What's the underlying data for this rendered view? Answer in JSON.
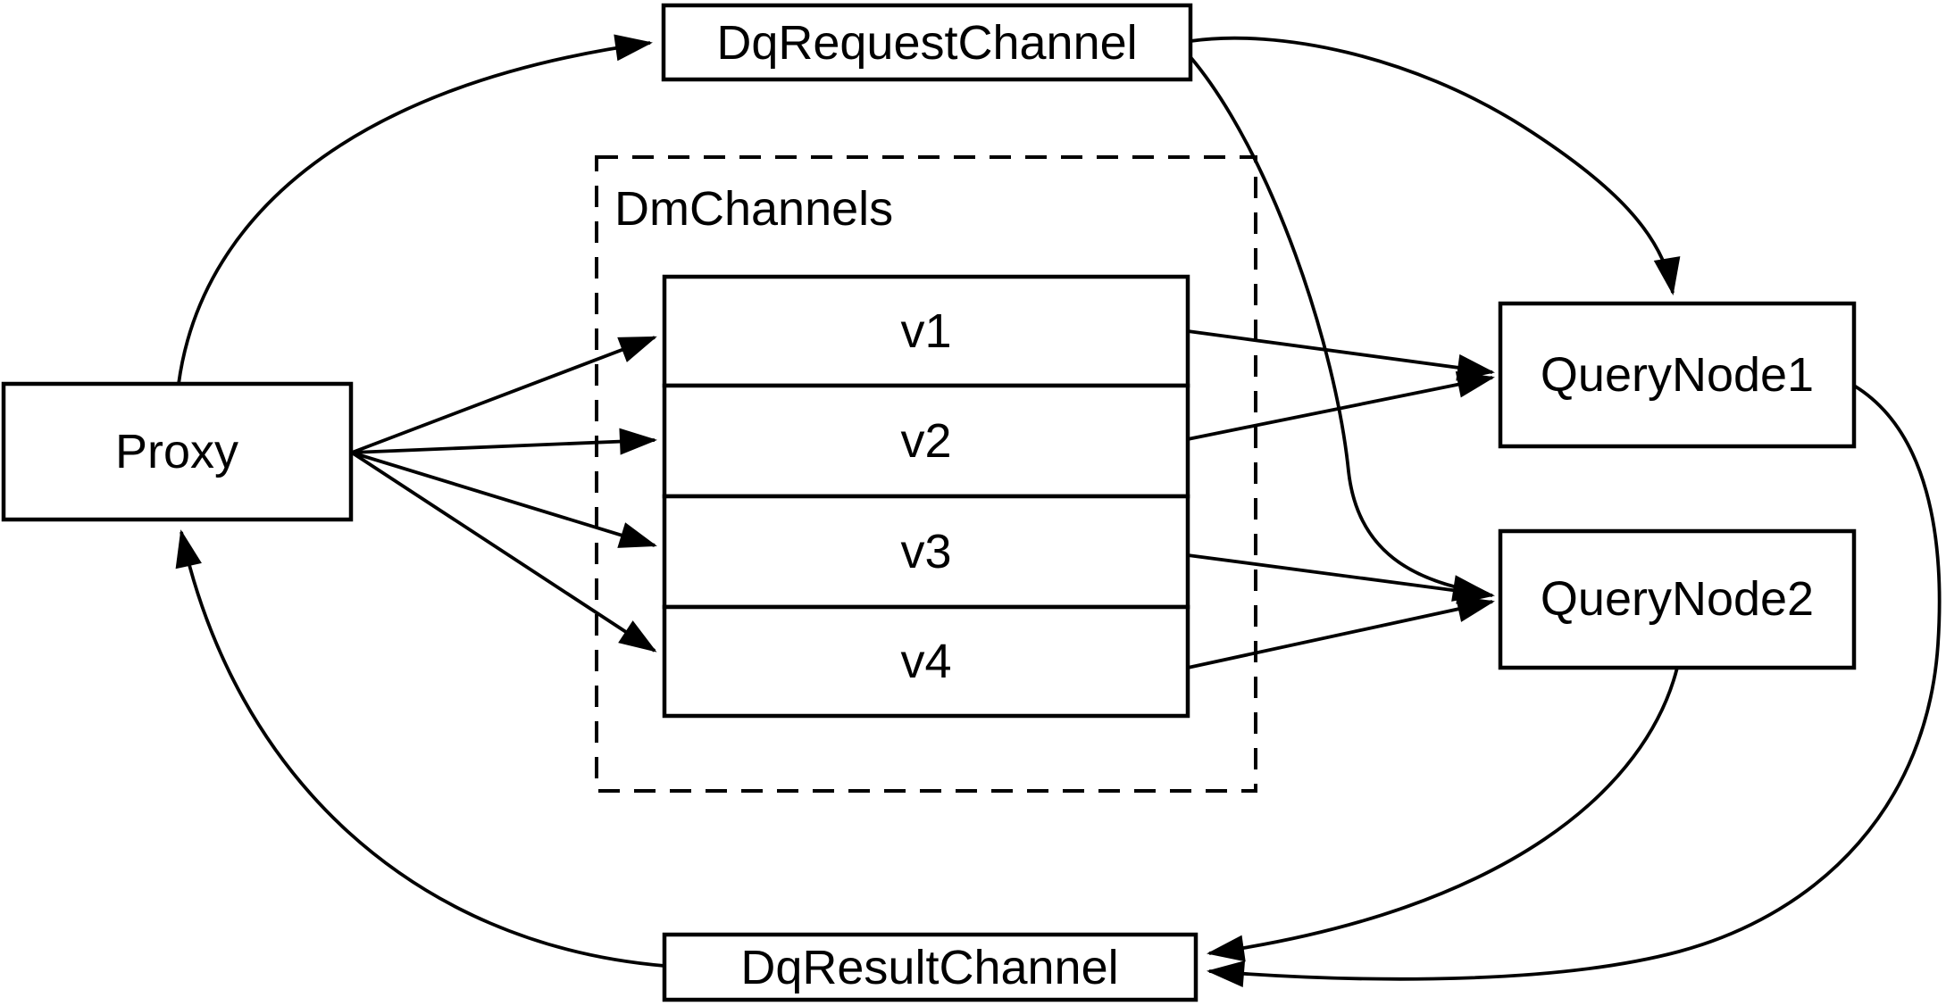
{
  "diagram": {
    "background_color": "#ffffff",
    "line_color": "#000000",
    "text_color": "#000000",
    "nodes": {
      "proxy": {
        "label": "Proxy"
      },
      "dq_request_channel": {
        "label": "DqRequestChannel"
      },
      "dm_channels": {
        "label": "DmChannels",
        "channels": [
          {
            "label": "v1"
          },
          {
            "label": "v2"
          },
          {
            "label": "v3"
          },
          {
            "label": "v4"
          }
        ]
      },
      "query_node1": {
        "label": "QueryNode1"
      },
      "query_node2": {
        "label": "QueryNode2"
      },
      "dq_result_channel": {
        "label": "DqResultChannel"
      }
    },
    "edges": [
      {
        "from": "Proxy",
        "to": "DqRequestChannel"
      },
      {
        "from": "Proxy",
        "to": "v1"
      },
      {
        "from": "Proxy",
        "to": "v2"
      },
      {
        "from": "Proxy",
        "to": "v3"
      },
      {
        "from": "Proxy",
        "to": "v4"
      },
      {
        "from": "v1",
        "to": "QueryNode1"
      },
      {
        "from": "v2",
        "to": "QueryNode1"
      },
      {
        "from": "v3",
        "to": "QueryNode2"
      },
      {
        "from": "v4",
        "to": "QueryNode2"
      },
      {
        "from": "DqRequestChannel",
        "to": "QueryNode1"
      },
      {
        "from": "DqRequestChannel",
        "to": "QueryNode2"
      },
      {
        "from": "QueryNode1",
        "to": "DqResultChannel"
      },
      {
        "from": "QueryNode2",
        "to": "DqResultChannel"
      },
      {
        "from": "DqResultChannel",
        "to": "Proxy"
      }
    ]
  }
}
